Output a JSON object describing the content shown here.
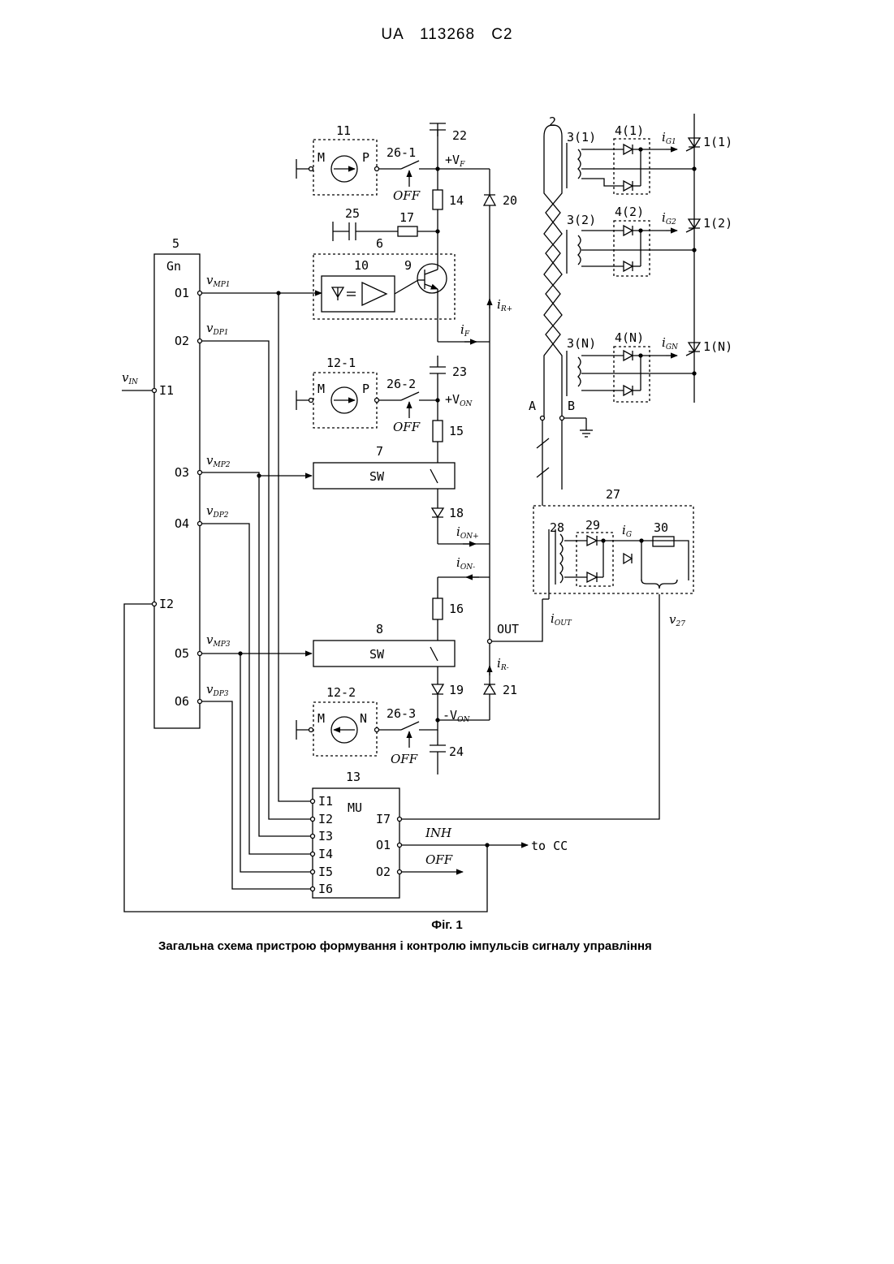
{
  "header": {
    "title": "UA 113268 C2"
  },
  "diagram": {
    "blocks": {
      "b5": "5",
      "gn": "Gn",
      "b6": "6",
      "b7": "7",
      "b8": "8",
      "b9": "9",
      "b10": "10",
      "b11": "11",
      "b12_1": "12-1",
      "b12_2": "12-2",
      "b13": "13",
      "mu": "MU",
      "b27": "27",
      "b28": "28",
      "b29": "29",
      "b30": "30",
      "sw1": "SW",
      "sw2": "SW"
    },
    "gn_ports": {
      "o1": "O1",
      "o2": "O2",
      "i1": "I1",
      "o3": "O3",
      "o4": "O4",
      "i2": "I2",
      "o5": "O5",
      "o6": "O6"
    },
    "mu_ports": {
      "i1": "I1",
      "i2": "I2",
      "i3": "I3",
      "i4": "I4",
      "i5": "I5",
      "i6": "I6",
      "i7": "I7",
      "o1": "O1",
      "o2": "O2"
    },
    "sources": {
      "m": "M",
      "p": "P",
      "n": "N"
    },
    "components": {
      "c14": "14",
      "c15": "15",
      "c16": "16",
      "c17": "17",
      "c18": "18",
      "c19": "19",
      "c20": "20",
      "c21": "21",
      "c22": "22",
      "c23": "23",
      "c24": "24",
      "c25": "25",
      "s26_1": "26-1",
      "s26_2": "26-2",
      "s26_3": "26-3"
    },
    "off": "OFF",
    "rails": {
      "vf": "+V",
      "vf_sub": "F",
      "von": "+V",
      "von_sub": "ON",
      "vneg": "-V",
      "vneg_sub": "ON"
    },
    "signals": {
      "v": "v",
      "mp1": "MP1",
      "dp1": "DP1",
      "mp2": "MP2",
      "dp2": "DP2",
      "mp3": "MP3",
      "dp3": "DP3",
      "in": "IN",
      "v27_sub": "27",
      "i": "i",
      "if_sub": "F",
      "irp_sub": "R+",
      "irm_sub": "R-",
      "ionp_sub": "ON+",
      "ionm_sub": "ON-",
      "iout_sub": "OUT",
      "ig_sub": "G",
      "ig1_sub": "G1",
      "ig2_sub": "G2",
      "ign_sub": "GN"
    },
    "out_label": "OUT",
    "node_a": "A",
    "node_b": "B",
    "cable": "2",
    "channels": {
      "t1": "3(1)",
      "t2": "3(2)",
      "tn": "3(N)",
      "d1": "4(1)",
      "d2": "4(2)",
      "dn": "4(N)",
      "th1": "1(1)",
      "th2": "1(2)",
      "thn": "1(N)"
    },
    "inh": "INH",
    "off2": "OFF",
    "to_cc": "to CC"
  },
  "caption": {
    "title": "Фіг. 1",
    "text": "Загальна схема пристрою формування і контролю імпульсів сигналу управління"
  }
}
